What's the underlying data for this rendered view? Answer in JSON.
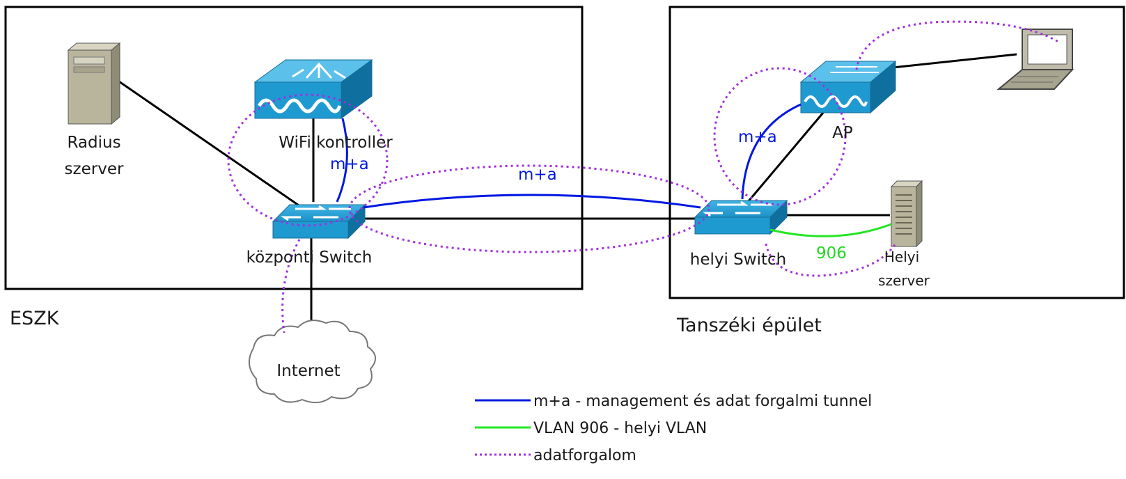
{
  "colors": {
    "tunnel": "#0018e0",
    "vlan": "#22e622",
    "traffic": "#a030e0",
    "device": "#1a9ad0",
    "server": "#b5b29a"
  },
  "zones": {
    "left": "ESZK",
    "right": "Tanszéki épület"
  },
  "devices": {
    "radius": {
      "line1": "Radius",
      "line2": "szerver",
      "icon": "server-tower-icon"
    },
    "wifi_controller": {
      "label": "WiFi kontroller",
      "icon": "wireless-controller-icon"
    },
    "central_switch": {
      "label": "központi Switch",
      "icon": "switch-icon"
    },
    "internet": {
      "label": "Internet",
      "icon": "cloud-icon"
    },
    "local_switch": {
      "label": "helyi Switch",
      "icon": "switch-icon"
    },
    "ap": {
      "label": "AP",
      "icon": "access-point-icon"
    },
    "local_server": {
      "line1": "Helyi",
      "line2": "szerver",
      "icon": "server-tower-icon"
    },
    "laptop": {
      "icon": "laptop-icon"
    }
  },
  "links": {
    "tunnel_label": "m+a",
    "vlan_label": "906"
  },
  "legend": [
    {
      "style": "tunnel",
      "text": "m+a - management és adat forgalmi tunnel"
    },
    {
      "style": "vlan",
      "text": "VLAN 906 - helyi VLAN"
    },
    {
      "style": "traffic",
      "text": "adatforgalom"
    }
  ]
}
